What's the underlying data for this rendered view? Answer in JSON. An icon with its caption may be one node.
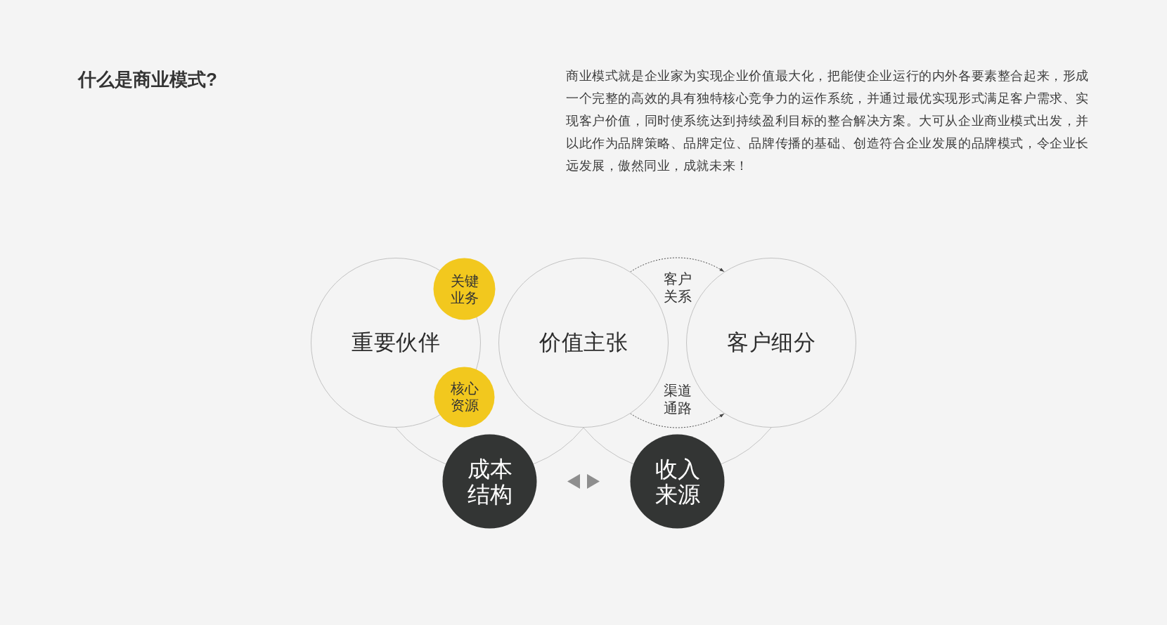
{
  "diagram": {
    "title": "什么是商业模式?",
    "nodes": [
      {
        "text": [
          "重要伙伴"
        ]
      },
      {
        "text": [
          "关键业务"
        ]
      },
      {
        "text": [
          "核心资源"
        ]
      },
      {
        "text": [
          "价值主张"
        ]
      },
      {
        "text": [
          "客户细分"
        ]
      },
      {
        "text": [
          "成本结构"
        ]
      },
      {
        "text": [
          "收入来源"
        ]
      }
    ],
    "edges": [
      {
        "from": 3,
        "to": 4,
        "arrow": "to",
        "label": "客户关系",
        "style": "dashed",
        "color": "#444444"
      },
      {
        "from": 3,
        "to": 4,
        "arrow": "to",
        "label": "渠道通路",
        "style": "dashed",
        "color": "#444444"
      },
      {
        "from": 0,
        "to": 5,
        "arrow": "none",
        "color": "#c4c4c4"
      },
      {
        "from": 5,
        "to": 3,
        "arrow": "none",
        "color": "#c4c4c4"
      },
      {
        "from": 3,
        "to": 6,
        "arrow": "none",
        "color": "#c4c4c4"
      },
      {
        "from": 6,
        "to": 4,
        "arrow": "none",
        "color": "#c4c4c4"
      }
    ],
    "labels": [
      "商业模式就是企业家为实现企业价值最大化，把能使企业运行的内外各要素整合起来，形成一个完整的高效的具有独特核心竞争力的运作系统，并通过最优实现形式满足客户需求、实现客户价值，同时使系统达到持续盈利目标的整合解决方案。大可从企业商业模式出发，并以此作为品牌策略、品牌定位、品牌传播的基础、创造符合企业发展的品牌模式，令企业长远发展，傲然同业，成就未来！"
    ]
  }
}
